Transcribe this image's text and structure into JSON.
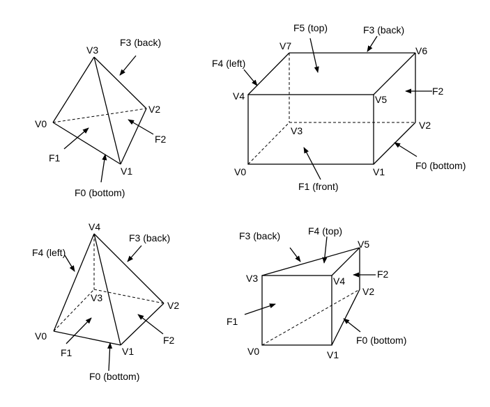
{
  "tetrahedron": {
    "vertices": {
      "v0": "V0",
      "v1": "V1",
      "v2": "V2",
      "v3": "V3"
    },
    "faces": {
      "f0": "F0 (bottom)",
      "f1": "F1",
      "f2": "F2",
      "f3": "F3 (back)"
    }
  },
  "hexahedron": {
    "vertices": {
      "v0": "V0",
      "v1": "V1",
      "v2": "V2",
      "v3": "V3",
      "v4": "V4",
      "v5": "V5",
      "v6": "V6",
      "v7": "V7"
    },
    "faces": {
      "f0": "F0 (bottom)",
      "f1": "F1 (front)",
      "f2": "F2",
      "f3": "F3 (back)",
      "f4": "F4 (left)",
      "f5": "F5 (top)"
    }
  },
  "pyramid": {
    "vertices": {
      "v0": "V0",
      "v1": "V1",
      "v2": "V2",
      "v3": "V3",
      "v4": "V4"
    },
    "faces": {
      "f0": "F0 (bottom)",
      "f1": "F1",
      "f2": "F2",
      "f3": "F3 (back)",
      "f4": "F4 (left)"
    }
  },
  "wedge": {
    "vertices": {
      "v0": "V0",
      "v1": "V1",
      "v2": "V2",
      "v3": "V3",
      "v4": "V4",
      "v5": "V5"
    },
    "faces": {
      "f0": "F0 (bottom)",
      "f1": "F1",
      "f2": "F2",
      "f3": "F3 (back)",
      "f4": "F4 (top)"
    }
  }
}
